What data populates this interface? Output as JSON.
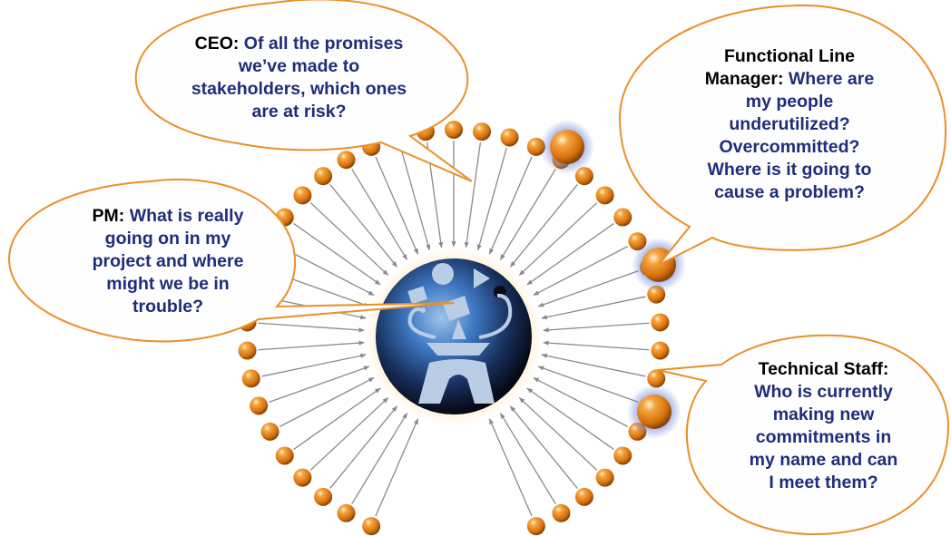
{
  "colors": {
    "bubble_fill": "#fefefe",
    "bubble_stroke": "#e8902a",
    "text_blue": "#1f2d7a",
    "speaker_black": "#000000",
    "bead_orange": "#e07d10",
    "glow_blue": "#7d8fd6",
    "arrow_gray": "#8a8a8a"
  },
  "center_icon": "person-juggling-shapes-icon",
  "bubbles": {
    "ceo": {
      "speaker": "CEO:",
      "lines": [
        "Of all the promises",
        "we’ve made to",
        "stakeholders, which ones",
        "are at risk?"
      ]
    },
    "pm": {
      "speaker": "PM:",
      "lines": [
        "What is really",
        "going on in my",
        "project and where",
        "might we be in",
        "trouble?"
      ]
    },
    "flm": {
      "speaker_lines": [
        "Functional Line",
        "Manager:"
      ],
      "lines": [
        "Where are",
        "my people",
        "underutilized?",
        "Overcommitted?",
        "Where is it going to",
        "cause a problem?"
      ]
    },
    "tech": {
      "speaker": "Technical Staff:",
      "lines": [
        "Who is currently",
        "making new",
        "commitments in",
        "my name and can",
        "I meet them?"
      ]
    }
  }
}
